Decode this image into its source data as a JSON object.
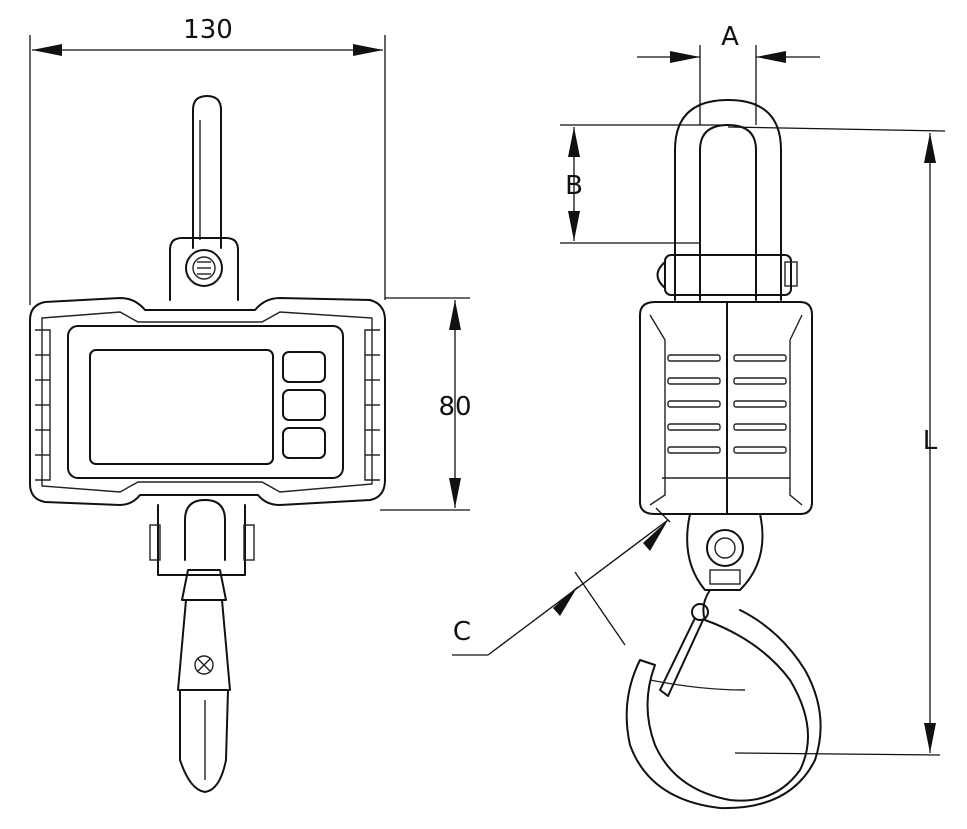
{
  "dimensions": {
    "width_label": "130",
    "height_label": "80",
    "a_label": "A",
    "b_label": "B",
    "c_label": "C",
    "l_label": "L"
  }
}
